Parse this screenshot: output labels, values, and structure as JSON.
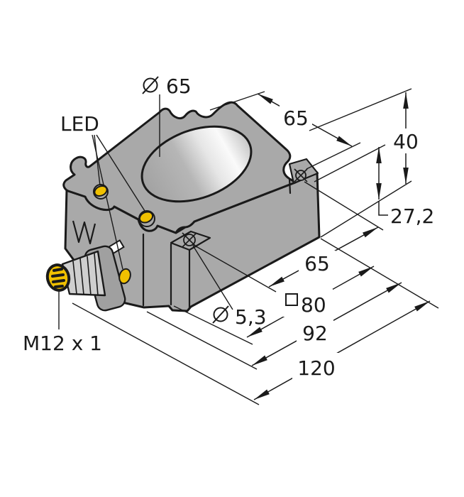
{
  "colors": {
    "body_gray": "#a9a9a9",
    "barrel_gray": "#cfcfcf",
    "accent_yellow": "#f0c000",
    "line_black": "#1a1a1a",
    "paper_white": "#ffffff"
  },
  "labels": {
    "led": "LED",
    "connector_thread": "M12 x 1"
  },
  "dimensions": {
    "face_diameter": {
      "symbol": "⌀",
      "value": "65"
    },
    "top_width": {
      "value": "65"
    },
    "height": {
      "value": "40"
    },
    "step_height": {
      "value": "27,2"
    },
    "hole_spacing": {
      "value": "65"
    },
    "hole_diameter": {
      "symbol": "⌀",
      "value": "5,3"
    },
    "body_square": {
      "symbol": "□",
      "value": "80"
    },
    "body_length": {
      "value": "92"
    },
    "total_length": {
      "value": "120"
    }
  }
}
